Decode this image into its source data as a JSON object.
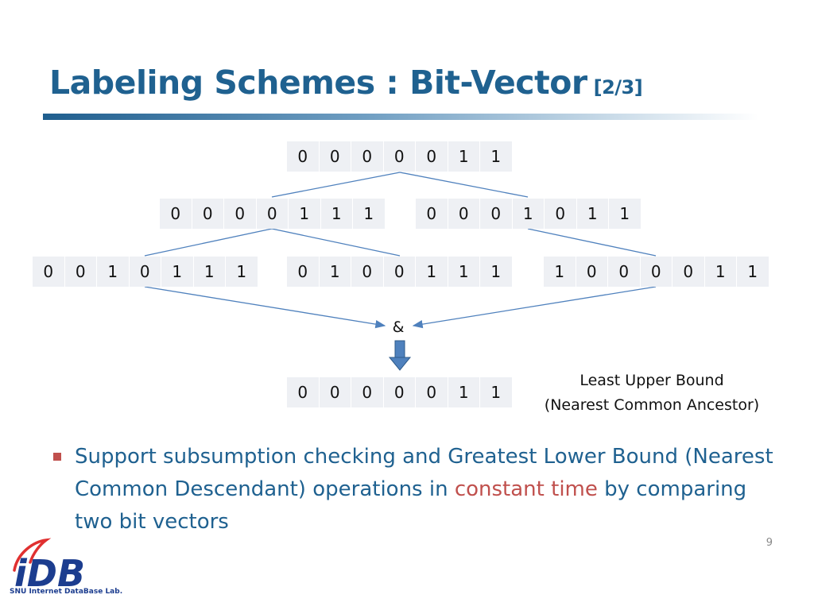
{
  "slide": {
    "title": "Labeling Schemes : Bit-Vector",
    "title_suffix": "[2/3]",
    "page_number": "9"
  },
  "tree": {
    "root": [
      "0",
      "0",
      "0",
      "0",
      "0",
      "1",
      "1"
    ],
    "level2": [
      [
        "0",
        "0",
        "0",
        "0",
        "1",
        "1",
        "1"
      ],
      [
        "0",
        "0",
        "0",
        "1",
        "0",
        "1",
        "1"
      ]
    ],
    "level3": [
      [
        "0",
        "0",
        "1",
        "0",
        "1",
        "1",
        "1"
      ],
      [
        "0",
        "1",
        "0",
        "0",
        "1",
        "1",
        "1"
      ],
      [
        "1",
        "0",
        "0",
        "0",
        "0",
        "1",
        "1"
      ]
    ],
    "operator": "&",
    "result": [
      "0",
      "0",
      "0",
      "0",
      "0",
      "1",
      "1"
    ],
    "result_label": {
      "line1": "Least Upper Bound",
      "line2": "(Nearest Common Ancestor)"
    }
  },
  "bullet": {
    "text_before": "Support subsumption checking and Greatest Lower Bound (Nearest Common Descendant) operations in ",
    "highlight": "constant time",
    "text_after": " by comparing two bit vectors"
  },
  "logo": {
    "letters": "iDB",
    "caption": "SNU Internet DataBase Lab."
  },
  "colors": {
    "title": "#1f6190",
    "highlight": "#c0504d",
    "cell_bg": "#eef0f4",
    "line": "#4f81bd"
  }
}
